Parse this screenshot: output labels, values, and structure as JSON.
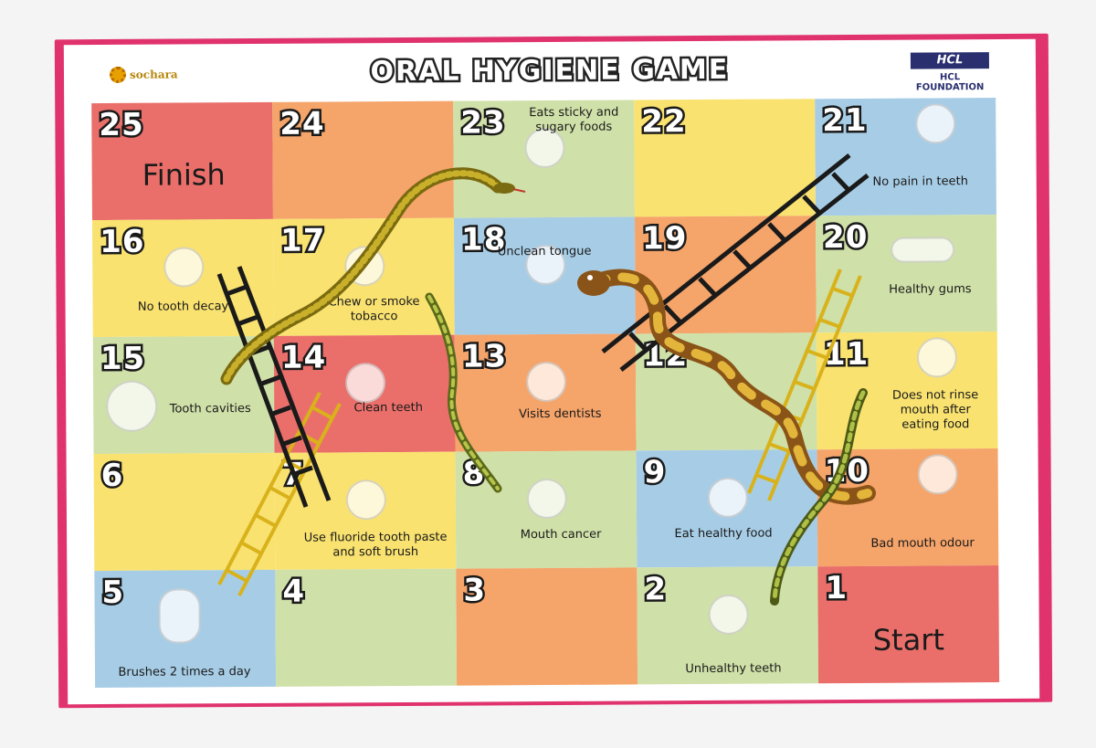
{
  "header": {
    "title": "ORAL HYGIENE GAME",
    "logo_left": "sochara",
    "logo_right_mark": "HCL",
    "logo_right_text": "HCL FOUNDATION"
  },
  "colors": {
    "red": "#ea6f6a",
    "orange": "#f5a46a",
    "yellow": "#f9e270",
    "green": "#cfe0a8",
    "blue": "#a7cde6",
    "frame": "#e0336e"
  },
  "cells": [
    {
      "num": "25",
      "label": "",
      "big": "Finish",
      "color": "#ea6f6a",
      "icon": "finish-icon"
    },
    {
      "num": "24",
      "label": "",
      "big": "",
      "color": "#f5a46a",
      "icon": ""
    },
    {
      "num": "23",
      "label": "Eats sticky and sugary foods",
      "big": "",
      "color": "#cfe0a8",
      "icon": "sweets-icon"
    },
    {
      "num": "22",
      "label": "",
      "big": "",
      "color": "#f9e270",
      "icon": ""
    },
    {
      "num": "21",
      "label": "No pain in teeth",
      "big": "",
      "color": "#a7cde6",
      "icon": "happy-boy-icon"
    },
    {
      "num": "16",
      "label": "No tooth decay",
      "big": "",
      "color": "#f9e270",
      "icon": "healthy-tooth-icon"
    },
    {
      "num": "17",
      "label": "Chew or smoke tobacco",
      "big": "",
      "color": "#f9e270",
      "icon": "tobacco-icon"
    },
    {
      "num": "18",
      "label": "Unclean tongue",
      "big": "",
      "color": "#a7cde6",
      "icon": "tongue-icon"
    },
    {
      "num": "19",
      "label": "",
      "big": "",
      "color": "#f5a46a",
      "icon": ""
    },
    {
      "num": "20",
      "label": "Healthy gums",
      "big": "",
      "color": "#cfe0a8",
      "icon": "smile-icon"
    },
    {
      "num": "15",
      "label": "Tooth cavities",
      "big": "",
      "color": "#cfe0a8",
      "icon": "sad-tooth-icon"
    },
    {
      "num": "14",
      "label": "Clean teeth",
      "big": "",
      "color": "#ea6f6a",
      "icon": "happy-tooth-icon"
    },
    {
      "num": "13",
      "label": "Visits dentists",
      "big": "",
      "color": "#f5a46a",
      "icon": "dentist-icon"
    },
    {
      "num": "12",
      "label": "",
      "big": "",
      "color": "#cfe0a8",
      "icon": ""
    },
    {
      "num": "11",
      "label": "Does not rinse mouth after eating food",
      "big": "",
      "color": "#f9e270",
      "icon": "woman-icon"
    },
    {
      "num": "6",
      "label": "",
      "big": "",
      "color": "#f9e270",
      "icon": ""
    },
    {
      "num": "7",
      "label": "Use fluoride tooth paste and soft brush",
      "big": "",
      "color": "#f9e270",
      "icon": "toothpaste-icon"
    },
    {
      "num": "8",
      "label": "Mouth cancer",
      "big": "",
      "color": "#cfe0a8",
      "icon": "open-mouth-icon"
    },
    {
      "num": "9",
      "label": "Eat healthy food",
      "big": "",
      "color": "#a7cde6",
      "icon": "child-eating-icon"
    },
    {
      "num": "10",
      "label": "Bad mouth odour",
      "big": "",
      "color": "#f5a46a",
      "icon": "couple-icon"
    },
    {
      "num": "5",
      "label": "Brushes 2 times a day",
      "big": "",
      "color": "#a7cde6",
      "icon": "boy-brushing-icon"
    },
    {
      "num": "4",
      "label": "",
      "big": "",
      "color": "#cfe0a8",
      "icon": ""
    },
    {
      "num": "3",
      "label": "",
      "big": "",
      "color": "#f5a46a",
      "icon": ""
    },
    {
      "num": "2",
      "label": "Unhealthy teeth",
      "big": "",
      "color": "#cfe0a8",
      "icon": "germ-tooth-icon"
    },
    {
      "num": "1",
      "label": "",
      "big": "Start",
      "color": "#ea6f6a",
      "icon": "start-icon"
    }
  ]
}
